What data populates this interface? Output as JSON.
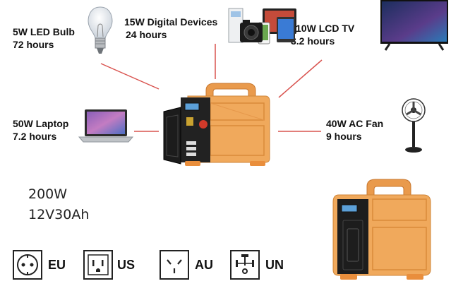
{
  "devices": [
    {
      "name": "5W LED Bulb",
      "runtime": "72 hours"
    },
    {
      "name": "15W Digital Devices",
      "runtime": "24 hours"
    },
    {
      "name": "110W LCD TV",
      "runtime": "3.2 hours"
    },
    {
      "name": "50W Laptop",
      "runtime": "7.2 hours"
    },
    {
      "name": "40W AC Fan",
      "runtime": "9 hours"
    }
  ],
  "specs": {
    "power": "200W",
    "battery": "12V30Ah"
  },
  "plugs": [
    {
      "label": "EU",
      "icon": "eu-socket-icon"
    },
    {
      "label": "US",
      "icon": "us-socket-icon"
    },
    {
      "label": "AU",
      "icon": "au-socket-icon"
    },
    {
      "label": "UN",
      "icon": "universal-socket-icon"
    }
  ],
  "colors": {
    "body": "#f0a95c",
    "body_dark": "#d98a3a",
    "line": "#d9534f"
  }
}
